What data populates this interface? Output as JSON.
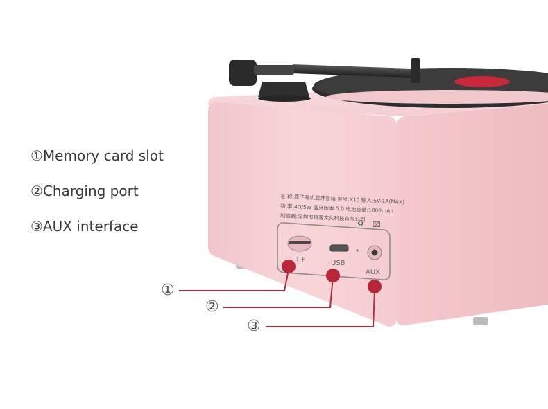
{
  "features": [
    {
      "label": "①Memory card slot"
    },
    {
      "label": "②Charging port"
    },
    {
      "label": "③AUX interface"
    }
  ],
  "callouts": [
    "①",
    "②",
    "③"
  ],
  "ports": {
    "tf_label": "T-F",
    "usb_label": "USB",
    "aux_label": "AUX"
  },
  "nameplate": {
    "line1": "名  称:原子唱机蓝牙音箱  型号:X10  输入:5V-1A(MAX)",
    "line2": "功  率:4Ω/5W     蓝牙版本:5.0    电池容量:1000mAh",
    "line3": "制造商:深圳市拾客文化科技有限公司"
  },
  "colors": {
    "body_pink": "#f6cfd2",
    "body_pink_side": "#f3c4c8",
    "callout_red": "#b8283a",
    "record_black": "#333333",
    "record_label_red": "#c8283a"
  }
}
